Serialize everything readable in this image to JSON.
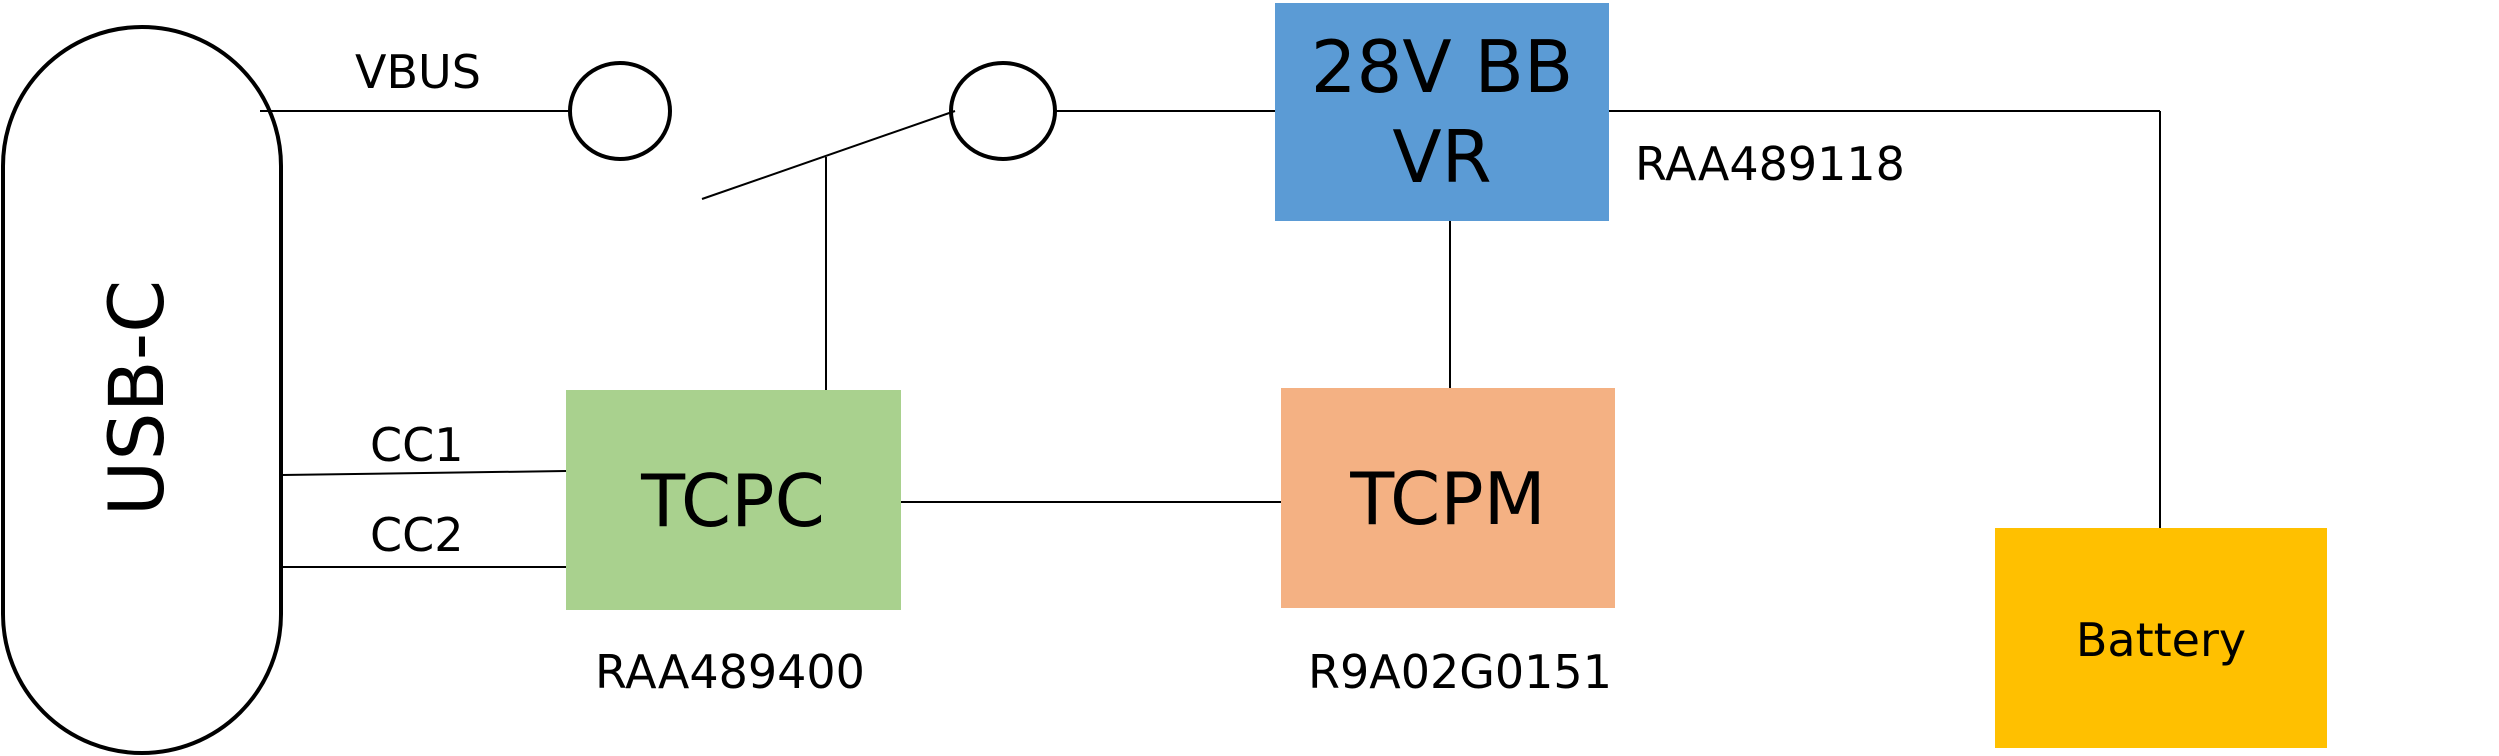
{
  "colors": {
    "vr": "#5B9BD5",
    "tcpc": "#A9D18E",
    "tcpm": "#F4B183",
    "battery": "#FFC000",
    "battery_text": "#FFFFFF",
    "line": "#000000"
  },
  "connector": {
    "label": "USB-C"
  },
  "wires": {
    "vbus": "VBUS",
    "cc1": "CC1",
    "cc2": "CC2"
  },
  "blocks": {
    "vr": {
      "line1": "28V BB",
      "line2": "VR",
      "part": "RAA489118"
    },
    "tcpc": {
      "label": "TCPC",
      "part": "RAA489400"
    },
    "tcpm": {
      "label": "TCPM",
      "part": "R9A02G0151"
    },
    "battery": {
      "label": "Battery"
    }
  }
}
